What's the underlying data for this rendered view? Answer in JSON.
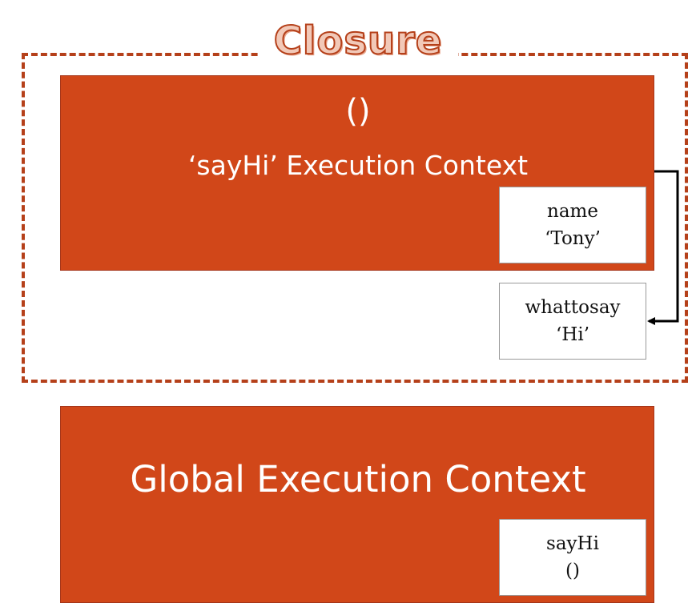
{
  "closure": {
    "title": "Closure"
  },
  "sayhi_context": {
    "parens": "()",
    "label": "‘sayHi’ Execution Context",
    "variable": {
      "name": "name",
      "value": "‘Tony’"
    }
  },
  "outer_variable": {
    "name": "whattosay",
    "value": "‘Hi’"
  },
  "global_context": {
    "label": "Global Execution Context",
    "variable": {
      "name": "sayHi",
      "value": "()"
    }
  },
  "colors": {
    "context_fill": "#d14719",
    "closure_border": "#b5401a",
    "arrow": "#000000"
  }
}
